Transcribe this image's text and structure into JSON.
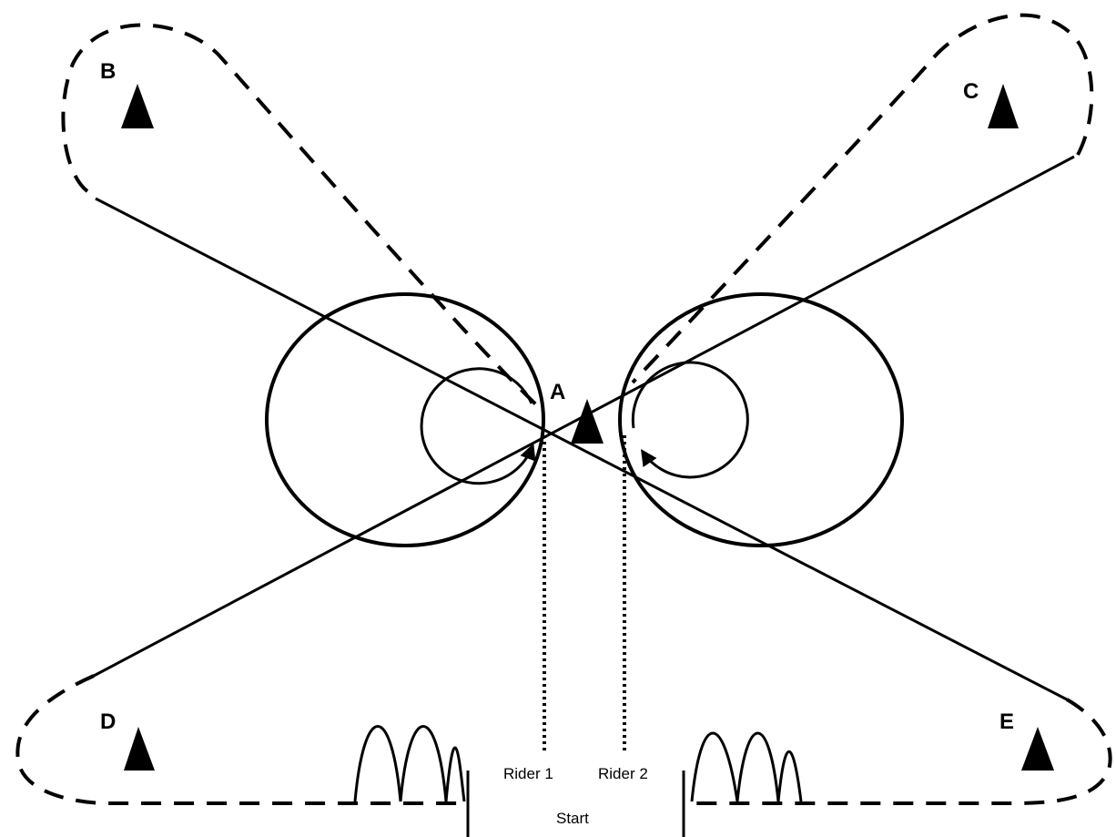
{
  "cones": {
    "a": "A",
    "b": "B",
    "c": "C",
    "d": "D",
    "e": "E"
  },
  "riders": {
    "rider1": "Rider 1",
    "rider2": "Rider 2"
  },
  "start_label": "Start"
}
